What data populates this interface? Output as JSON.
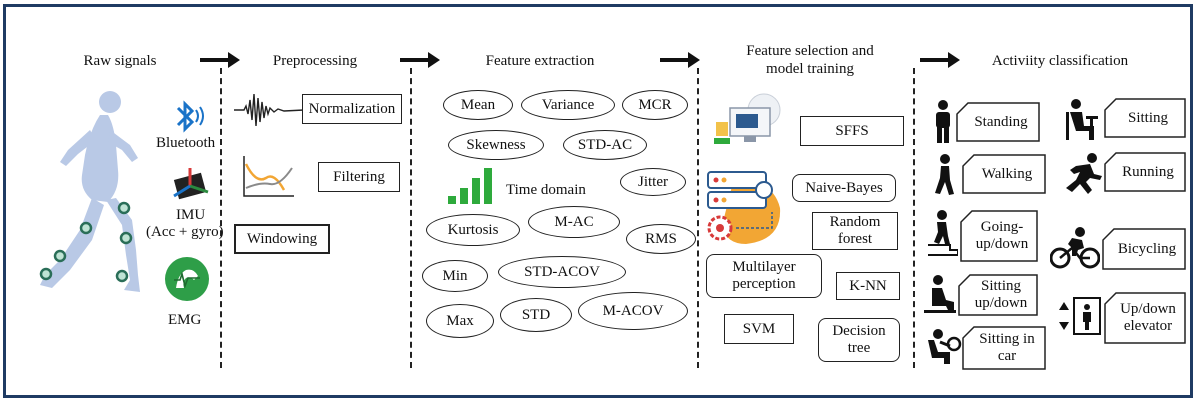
{
  "stages": {
    "raw": "Raw signals",
    "pre": "Preprocessing",
    "feat": "Feature extraction",
    "sel_line1": "Feature selection and",
    "sel_line2": "model training",
    "cls": "Activiity classification"
  },
  "sensors": {
    "bluetooth": "Bluetooth",
    "imu_line1": "IMU",
    "imu_line2": "(Acc + gyro)",
    "emg": "EMG"
  },
  "preprocessing": {
    "normalization": "Normalization",
    "filtering": "Filtering",
    "windowing": "Windowing"
  },
  "features": {
    "mean": "Mean",
    "variance": "Variance",
    "mcr": "MCR",
    "skewness": "Skewness",
    "std_ac": "STD-AC",
    "jitter": "Jitter",
    "time_domain": "Time domain",
    "kurtosis": "Kurtosis",
    "m_ac": "M-AC",
    "rms": "RMS",
    "min": "Min",
    "std_acov": "STD-ACOV",
    "max": "Max",
    "std": "STD",
    "m_acov": "M-ACOV"
  },
  "models": {
    "sffs": "SFFS",
    "naive_bayes": "Naive-Bayes",
    "random_forest_line1": "Random",
    "random_forest_line2": "forest",
    "mlp_line1": "Multilayer",
    "mlp_line2": "perception",
    "knn": "K-NN",
    "svm": "SVM",
    "decision_tree_line1": "Decision",
    "decision_tree_line2": "tree"
  },
  "activities": {
    "standing": "Standing",
    "sitting": "Sitting",
    "walking": "Walking",
    "running": "Running",
    "going_line1": "Going-",
    "going_line2": "up/down",
    "bicycling": "Bicycling",
    "sitting_ud_line1": "Sitting",
    "sitting_ud_line2": "up/down",
    "elevator_line1": "Up/down",
    "elevator_line2": "elevator",
    "car_line1": "Sitting in",
    "car_line2": "car"
  },
  "colors": {
    "frame": "#1f3b63",
    "body_figure": "#b9c9e6",
    "bluetooth": "#1a73c8",
    "emg": "#2e9e48",
    "bars": "#2eaa3c",
    "model_orange": "#f2a634",
    "model_blue": "#2c5a8f"
  },
  "icons": {
    "runner": "running-body-with-sensors",
    "bluetooth": "bluetooth-icon",
    "imu": "imu-chip-icon",
    "emg": "emg-arm-icon",
    "signal": "waveform-icon",
    "filter_chart": "filter-chart-icon",
    "bar_chart": "bar-chart-icon",
    "computer": "computer-icon",
    "server": "server-gear-icon"
  }
}
